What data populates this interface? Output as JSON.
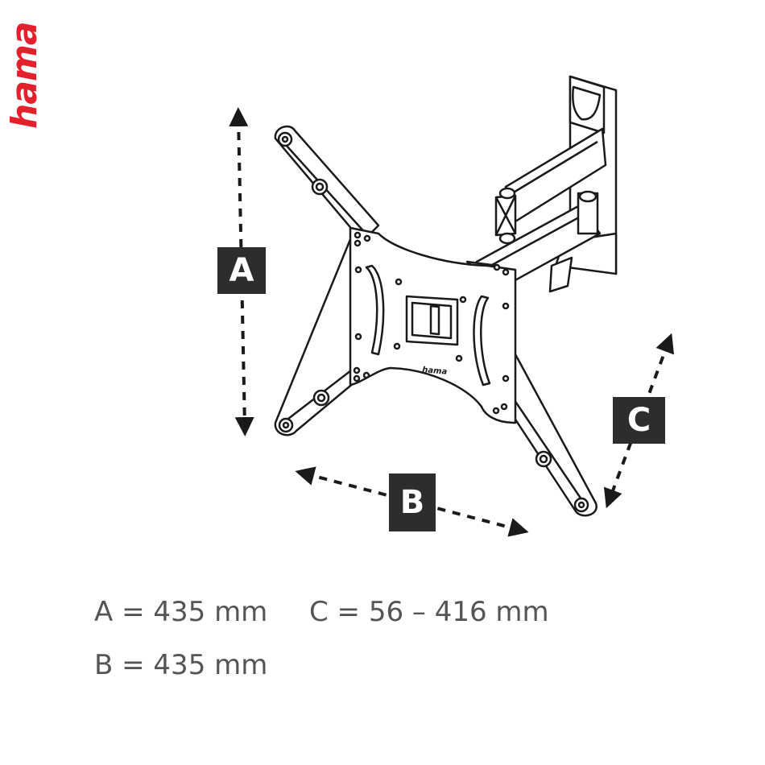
{
  "brand": {
    "logo_text": "hama",
    "color": "#e3212d"
  },
  "product_mark": "hama",
  "labels": {
    "a": "A",
    "b": "B",
    "c": "C"
  },
  "dimensions": {
    "a": "A = 435 mm",
    "b": "B = 435 mm",
    "c": "C = 56 – 416 mm"
  },
  "colors": {
    "line": "#1a1a1a",
    "label_bg": "#2d2d2d",
    "text": "#555555"
  }
}
